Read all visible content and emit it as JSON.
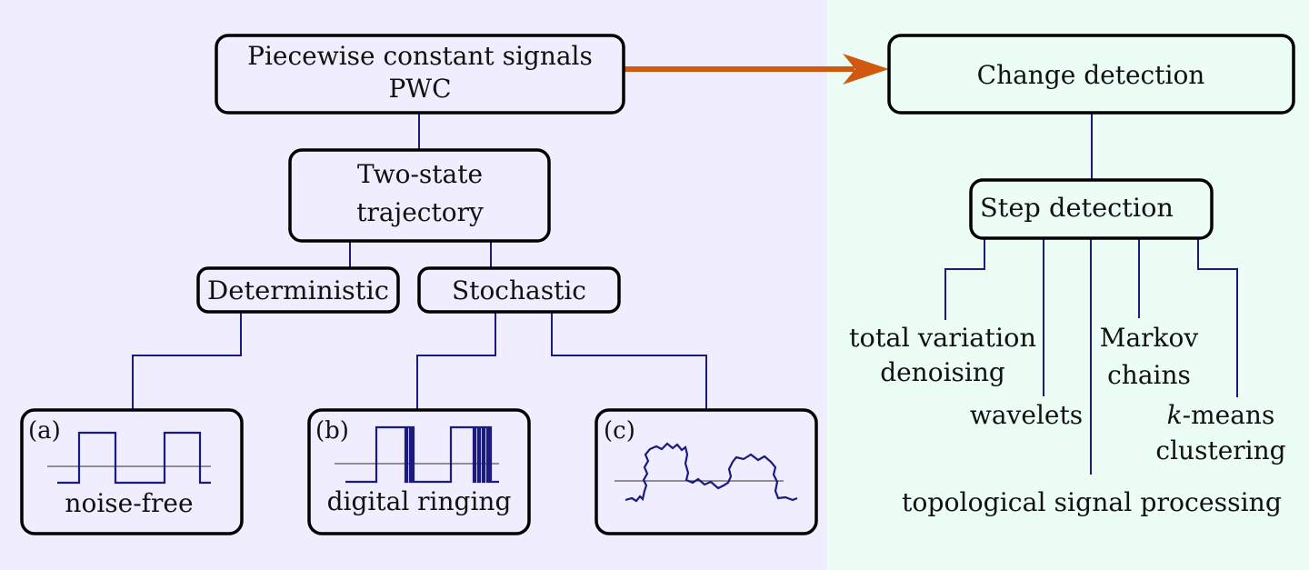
{
  "colors": {
    "left_background": "#f0eefe",
    "right_background": "#ebfdf5",
    "connector": "#1a1a80",
    "arrow": "#d0580f"
  },
  "nodes": {
    "pwc_line1": "Piecewise constant signals",
    "pwc_line2": "PWC",
    "two_state_line1": "Two-state",
    "two_state_line2": "trajectory",
    "deterministic": "Deterministic",
    "stochastic": "Stochastic",
    "change_detection": "Change detection",
    "step_detection": "Step detection"
  },
  "panels": {
    "a_tag": "(a)",
    "a_caption": "noise-free",
    "b_tag": "(b)",
    "b_caption": "digital ringing",
    "c_tag": "(c)"
  },
  "methods": {
    "tv_line1": "total variation",
    "tv_line2": "denoising",
    "wavelets": "wavelets",
    "markov_line1": "Markov",
    "markov_line2": "chains",
    "kmeans_k": "k",
    "kmeans_rest": "-means",
    "kmeans_line2": "clustering",
    "topological": "topological signal processing"
  }
}
